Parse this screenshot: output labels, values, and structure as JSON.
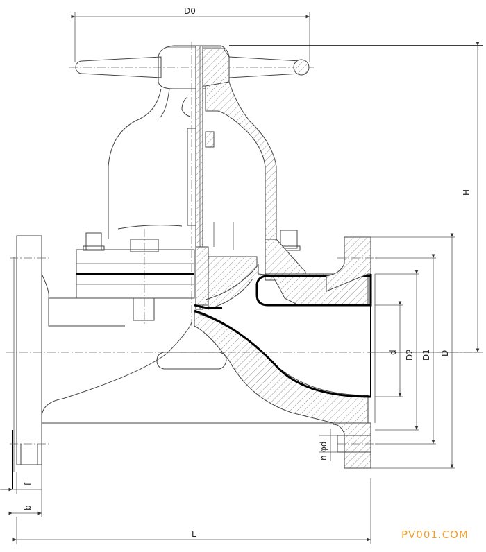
{
  "dimensions": {
    "D0": "D0",
    "H": "H",
    "d": "d",
    "D2": "D2",
    "D1": "D1",
    "D": "D",
    "nd": "n-φd",
    "f": "f",
    "b": "b",
    "L": "L"
  },
  "watermark": "PV001.COM",
  "colors": {
    "watermark": "#f0a030",
    "line": "#444444",
    "lining": "#000000"
  }
}
